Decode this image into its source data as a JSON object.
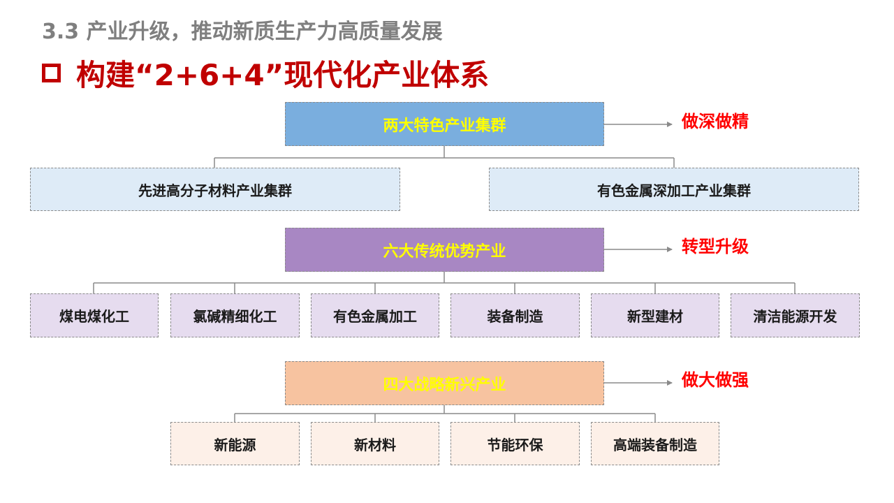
{
  "header": {
    "subtitle": "3.3 产业升级，推动新质生产力高质量发展",
    "title": "构建“2+6+4”现代化产业体系"
  },
  "groups": [
    {
      "head": "两大特色产业集群",
      "note": "做深做精",
      "items": [
        "先进高分子材料产业集群",
        "有色金属深加工产业集群"
      ]
    },
    {
      "head": "六大传统优势产业",
      "note": "转型升级",
      "items": [
        "煤电煤化工",
        "氯碱精细化工",
        "有色金属加工",
        "装备制造",
        "新型建材",
        "清洁能源开发"
      ]
    },
    {
      "head": "四大战略新兴产业",
      "note": "做大做强",
      "items": [
        "新能源",
        "新材料",
        "节能环保",
        "高端装备制造"
      ]
    }
  ],
  "colors": {
    "subtitle": "#7f7f7f",
    "title": "#c00000",
    "note": "#ff0000",
    "head_text": "#ffff00",
    "group1_head": "#7aaede",
    "group1_item": "#deebf7",
    "group2_head": "#a887c3",
    "group2_item": "#e6dcef",
    "group3_head": "#f7c3a0",
    "group3_item": "#fdf0e8",
    "connector": "#8a8a8a"
  },
  "icons": {
    "title_bullet": "square-bullet-icon"
  }
}
